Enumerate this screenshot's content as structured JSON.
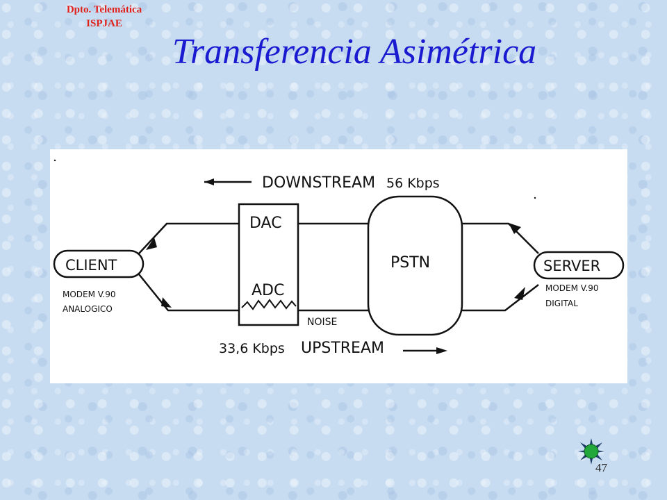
{
  "header": {
    "org_line1": "Dpto. Telemática",
    "org_line2": "ISPJAE",
    "title": "Transferencia Asimétrica"
  },
  "diagram": {
    "downstream_label": "DOWNSTREAM",
    "downstream_rate": "56 Kbps",
    "upstream_label": "UPSTREAM",
    "upstream_rate": "33,6 Kbps",
    "client_label": "CLIENT",
    "client_modem_line1": "MODEM V.90",
    "client_modem_line2": "ANALOGICO",
    "server_label": "SERVER",
    "server_modem_line1": "MODEM V.90",
    "server_modem_line2": "DIGITAL",
    "dac_label": "DAC",
    "adc_label": "ADC",
    "noise_label": "NOISE",
    "pstn_label": "PSTN"
  },
  "footer": {
    "page_number": "47",
    "nav_icon": "compass-star-icon"
  },
  "colors": {
    "background": "#c7dcf1",
    "org_text": "#e0201a",
    "title_text": "#1a1ad0",
    "nav_icon_green": "#22a83a"
  }
}
